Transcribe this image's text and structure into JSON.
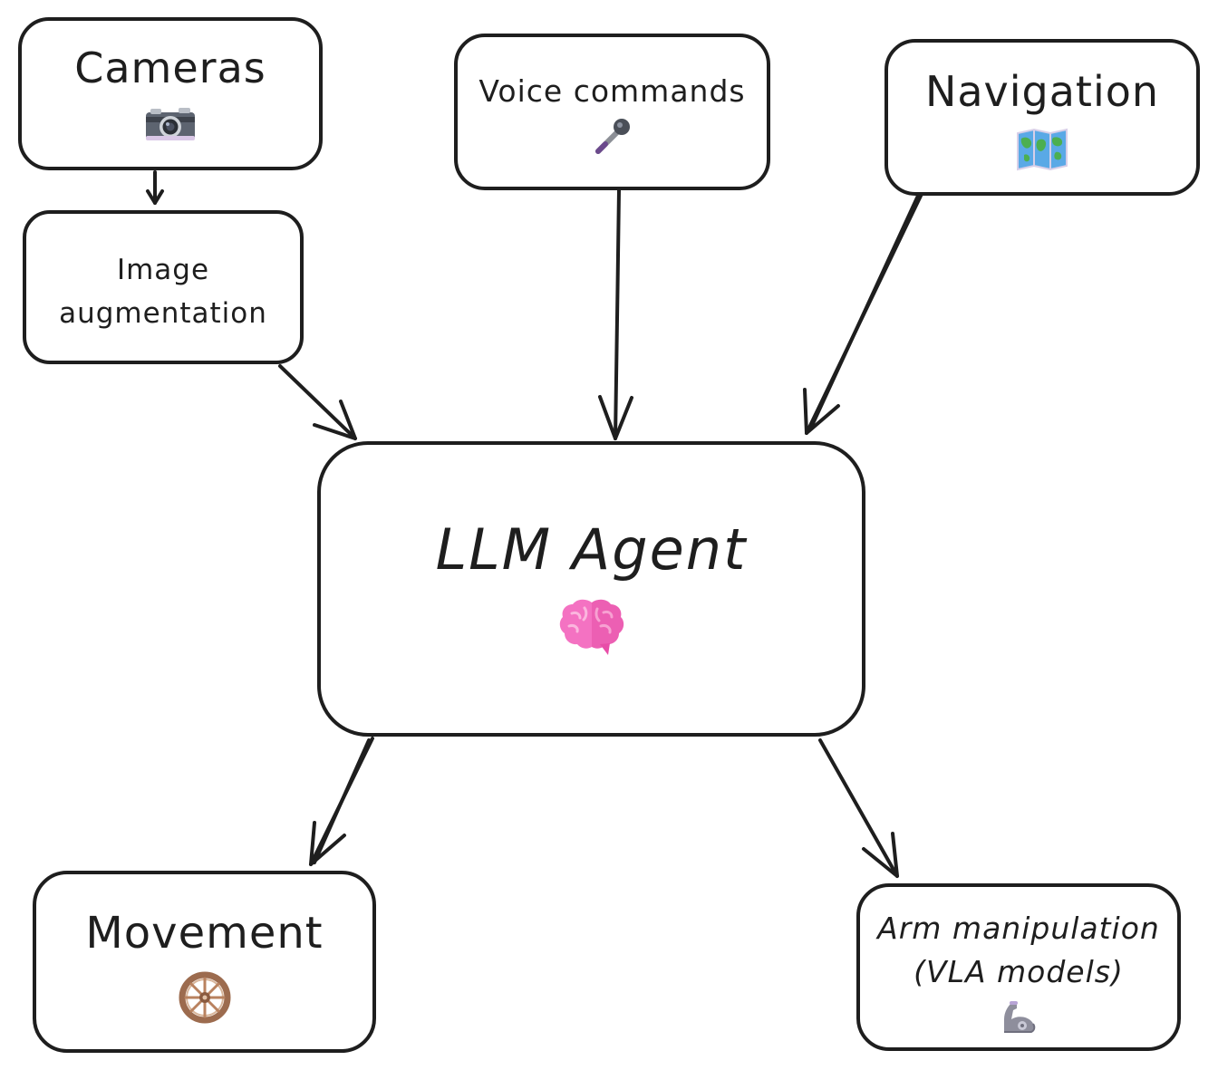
{
  "diagram": {
    "nodes": {
      "cameras": {
        "label": "Cameras",
        "icon": "camera-icon"
      },
      "image_augmentation": {
        "label": "Image\naugmentation"
      },
      "voice_commands": {
        "label": "Voice commands",
        "icon": "microphone-icon"
      },
      "navigation": {
        "label": "Navigation",
        "icon": "world-map-icon"
      },
      "llm_agent": {
        "label": "LLM Agent",
        "icon": "brain-icon"
      },
      "movement": {
        "label": "Movement",
        "icon": "wheel-icon"
      },
      "arm_manipulation": {
        "label": "Arm manipulation\n(VLA models)",
        "icon": "mechanical-arm-icon"
      }
    },
    "edges": [
      {
        "from": "cameras",
        "to": "image_augmentation"
      },
      {
        "from": "image_augmentation",
        "to": "llm_agent"
      },
      {
        "from": "voice_commands",
        "to": "llm_agent"
      },
      {
        "from": "navigation",
        "to": "llm_agent"
      },
      {
        "from": "llm_agent",
        "to": "movement"
      },
      {
        "from": "llm_agent",
        "to": "arm_manipulation"
      }
    ],
    "colors": {
      "stroke": "#1e1e1e",
      "background": "#ffffff",
      "brain": "#f472c2",
      "map_land": "#4caf50",
      "map_water": "#5aa9e6",
      "wheel": "#9c6b4e"
    }
  }
}
